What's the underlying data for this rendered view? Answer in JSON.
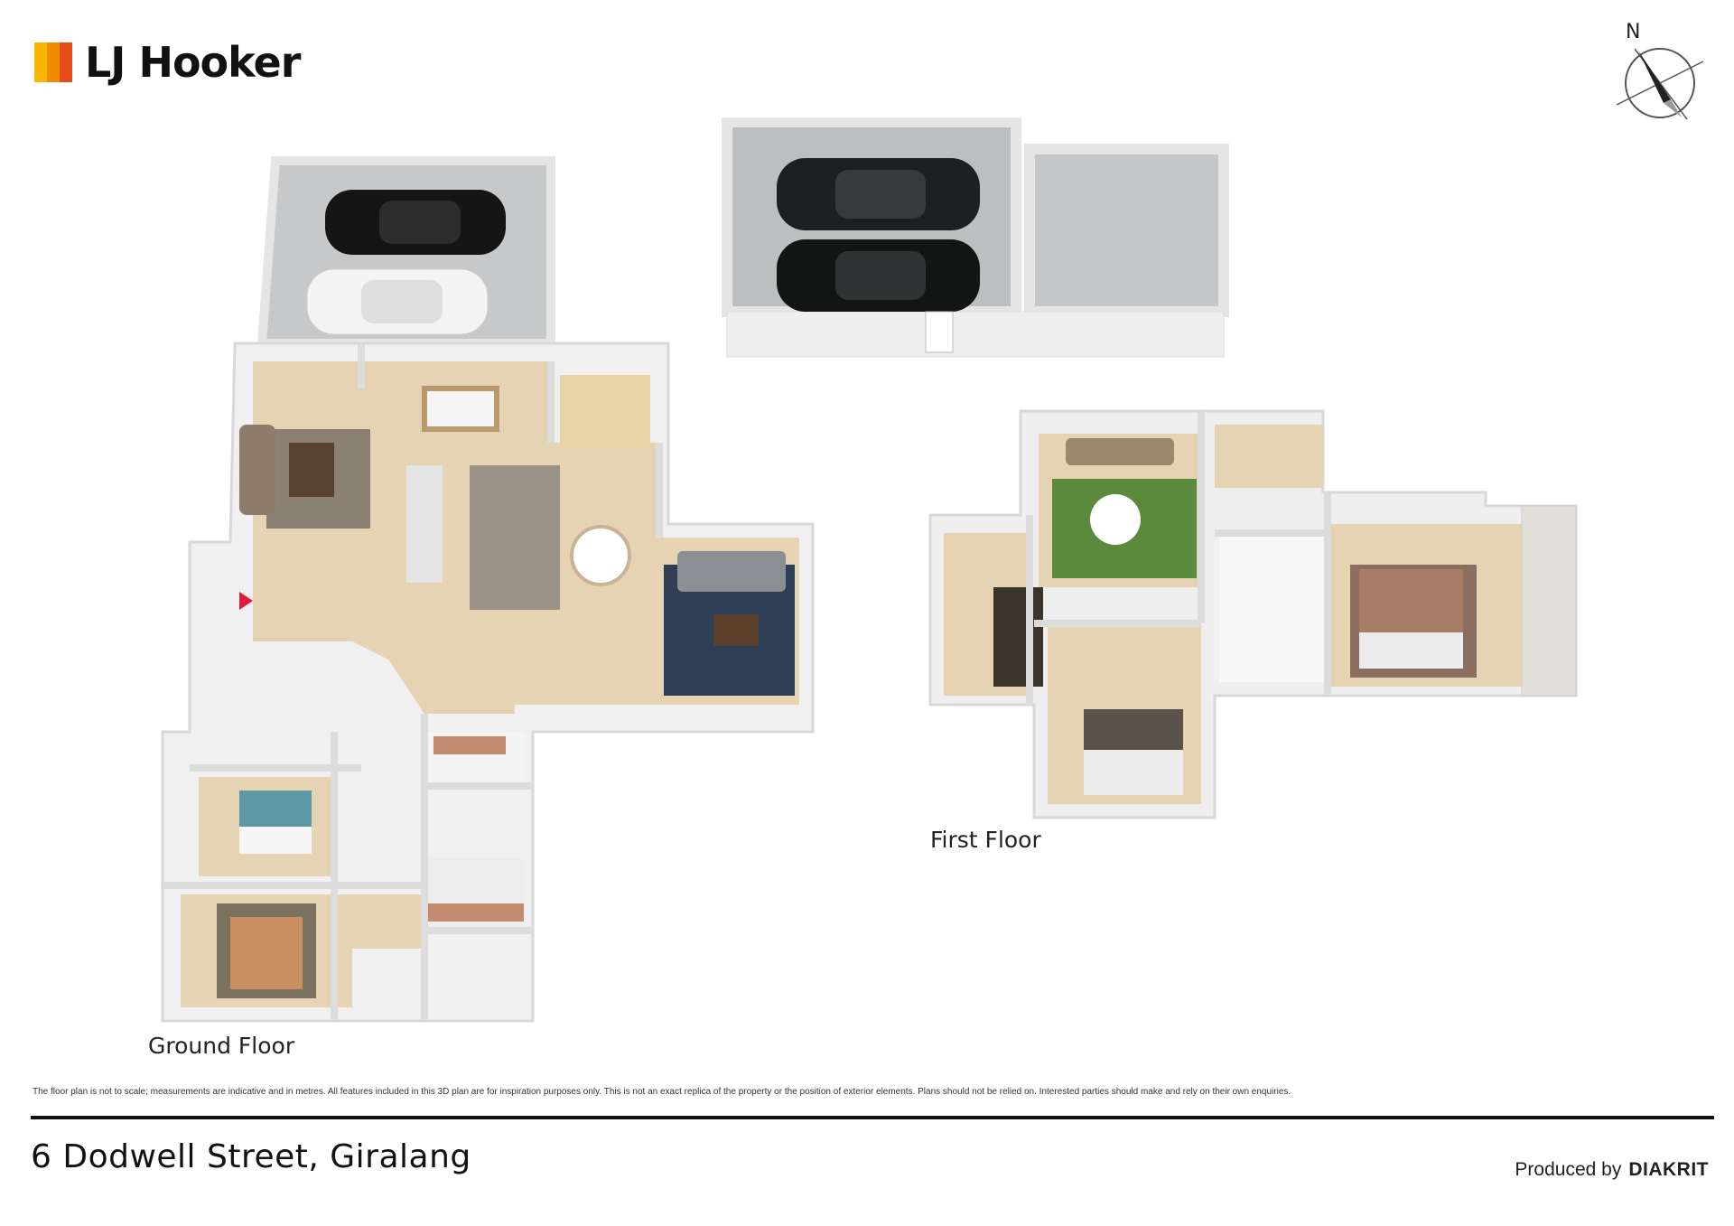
{
  "brand": {
    "name": "LJ Hooker",
    "bar_colors": [
      "#f7b500",
      "#f08a00",
      "#e84b1a"
    ]
  },
  "compass": {
    "label": "N"
  },
  "floors": [
    {
      "label": "Ground Floor"
    },
    {
      "label": "First Floor"
    }
  ],
  "disclaimer": "The floor plan is not to scale; measurements are indicative and in metres. All features included in this 3D plan are for inspiration purposes only. This is not an exact replica of the property or the position of exterior elements. Plans should not be relied on. Interested parties should make and rely on their own enquiries.",
  "address": "6 Dodwell Street, Giralang",
  "credit": {
    "prefix": "Produced by",
    "brand": "DIAKRIT"
  },
  "colors": {
    "wall": "#f2f2f2",
    "wall_shade": "#cfd3d3",
    "floor_wood": "#e6d3b4",
    "garage_floor": "#b9babb",
    "accent_red": "#e0193f"
  }
}
